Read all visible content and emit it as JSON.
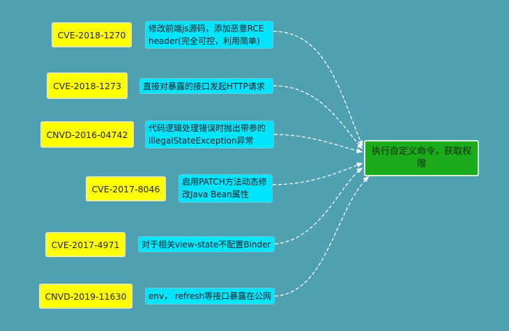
{
  "vulnerabilities": [
    {
      "id": "CVE-2018-1270",
      "description": "修改前端js源码，添加恶意RCE header(完全可控，利用简单)"
    },
    {
      "id": "CVE-2018-1273",
      "description": "直接对暴露的接口发起HTTP请求"
    },
    {
      "id": "CNVD-2016-04742",
      "description": "代码逻辑处理错误时抛出带参的illegalStateException异常"
    },
    {
      "id": "CVE-2017-8046",
      "description": "启用PATCH方法动态修改Java Bean属性"
    },
    {
      "id": "CVE-2017-4971",
      "description": "对于相关view-state不配置Binder"
    },
    {
      "id": "CNVD-2019-11630",
      "description": "env， refresh等接口暴露在公网"
    }
  ],
  "result": {
    "label": "执行自定义命令，获取权限"
  },
  "colors": {
    "background": "#4fa0b0",
    "cve_box": "#ffff00",
    "desc_box": "#00e5ff",
    "result_box": "#1aaa1a",
    "connector": "#ffffff"
  }
}
